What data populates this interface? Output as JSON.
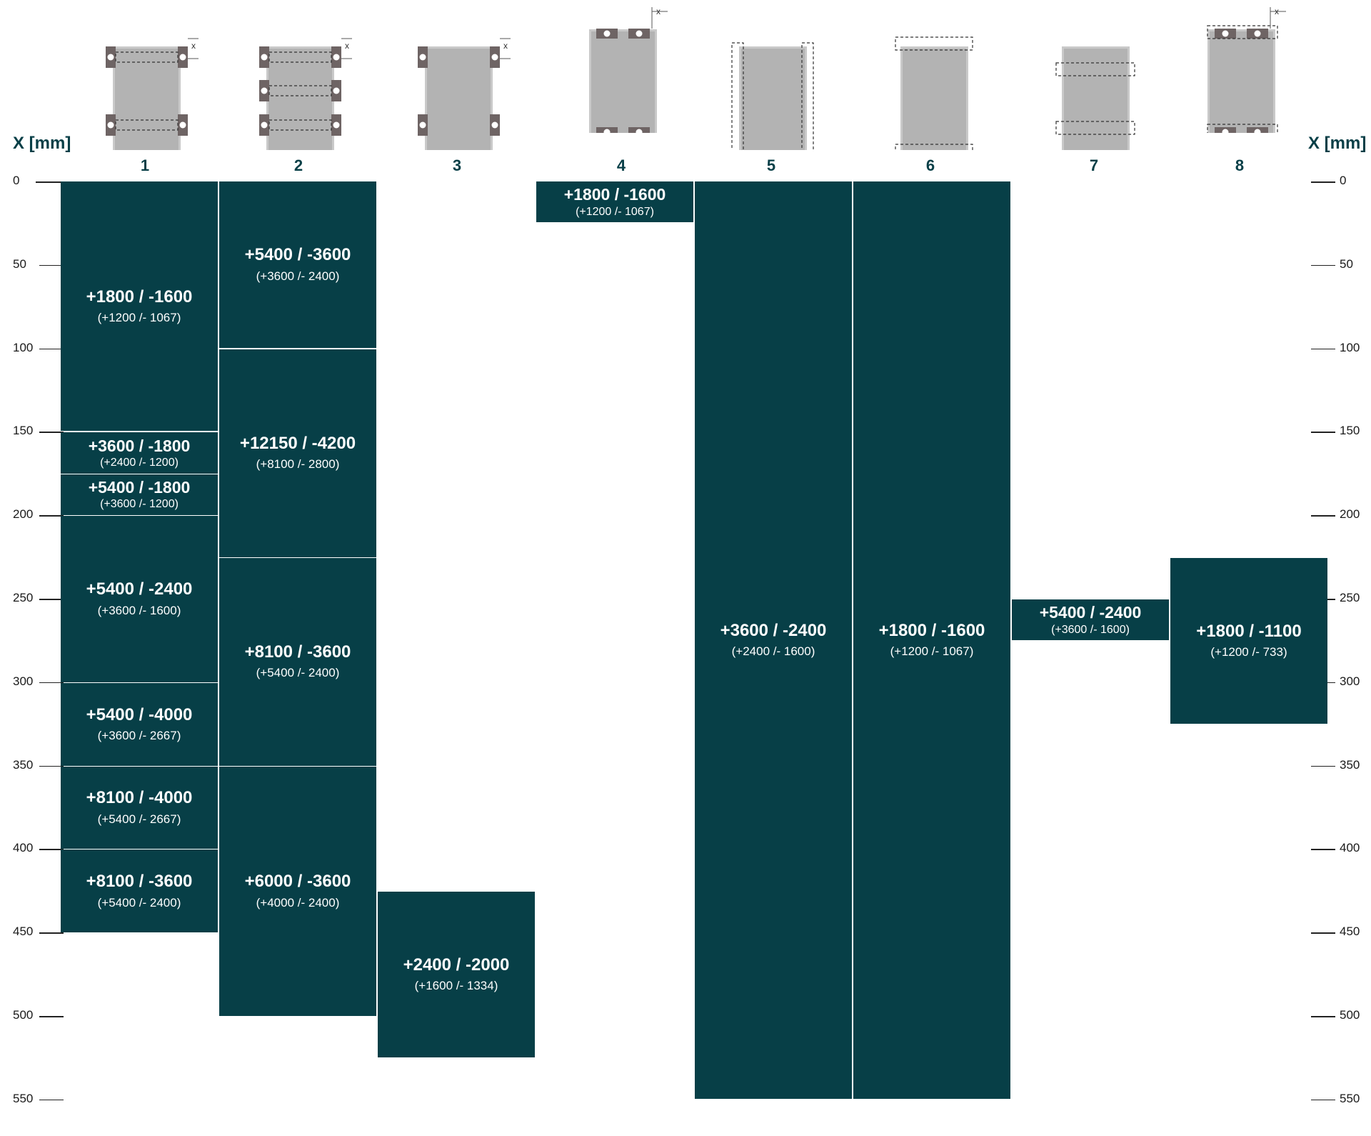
{
  "axis": {
    "left_title": "X [mm]",
    "right_title": "X [mm]",
    "ticks": [
      0,
      50,
      100,
      150,
      200,
      250,
      300,
      350,
      400,
      450,
      500,
      550
    ],
    "x_label": "x"
  },
  "columns": [
    {
      "number": "1",
      "icon": "side-brackets-2-rows"
    },
    {
      "number": "2",
      "icon": "side-brackets-3-rows"
    },
    {
      "number": "3",
      "icon": "side-brackets-2-no-rails"
    },
    {
      "number": "4",
      "icon": "top-bottom-brackets"
    },
    {
      "number": "5",
      "icon": "side-rails-full-height"
    },
    {
      "number": "6",
      "icon": "top-bottom-rails-full-width"
    },
    {
      "number": "7",
      "icon": "horizontal-rails-2"
    },
    {
      "number": "8",
      "icon": "top-bottom-brackets-with-rails"
    }
  ],
  "blocks": [
    {
      "col": 1,
      "from": 0,
      "to": 150,
      "main": "+1800 / -1600",
      "sub": "(+1200 /- 1067)"
    },
    {
      "col": 1,
      "from": 150,
      "to": 175,
      "main": "+3600 / -1800",
      "sub": "(+2400 /- 1200)"
    },
    {
      "col": 1,
      "from": 175,
      "to": 200,
      "main": "+5400 / -1800",
      "sub": "(+3600 /- 1200)"
    },
    {
      "col": 1,
      "from": 200,
      "to": 300,
      "main": "+5400 / -2400",
      "sub": "(+3600 /- 1600)"
    },
    {
      "col": 1,
      "from": 300,
      "to": 350,
      "main": "+5400 / -4000",
      "sub": "(+3600 /- 2667)"
    },
    {
      "col": 1,
      "from": 350,
      "to": 400,
      "main": "+8100 / -4000",
      "sub": "(+5400 /- 2667)"
    },
    {
      "col": 1,
      "from": 400,
      "to": 450,
      "main": "+8100 / -3600",
      "sub": "(+5400 /- 2400)"
    },
    {
      "col": 2,
      "from": 0,
      "to": 100,
      "main": "+5400 / -3600",
      "sub": "(+3600 /- 2400)"
    },
    {
      "col": 2,
      "from": 100,
      "to": 225,
      "main": "+12150 / -4200",
      "sub": "(+8100 /- 2800)"
    },
    {
      "col": 2,
      "from": 225,
      "to": 350,
      "main": "+8100 / -3600",
      "sub": "(+5400 /- 2400)"
    },
    {
      "col": 2,
      "from": 350,
      "to": 500,
      "main": "+6000 / -3600",
      "sub": "(+4000 /- 2400)"
    },
    {
      "col": 3,
      "from": 425,
      "to": 525,
      "main": "+2400 / -2000",
      "sub": "(+1600 /- 1334)"
    },
    {
      "col": 4,
      "from": 0,
      "to": 25,
      "main": "+1800 / -1600",
      "sub": "(+1200 /- 1067)"
    },
    {
      "col": 5,
      "from": 0,
      "to": 550,
      "main": "+3600 / -2400",
      "sub": "(+2400 /- 1600)"
    },
    {
      "col": 6,
      "from": 0,
      "to": 550,
      "main": "+1800 / -1600",
      "sub": "(+1200 /- 1067)"
    },
    {
      "col": 7,
      "from": 250,
      "to": 275,
      "main": "+5400 / -2400",
      "sub": "(+3600 /- 1600)"
    },
    {
      "col": 8,
      "from": 225,
      "to": 325,
      "main": "+1800 / -1100",
      "sub": "(+1200 /- 733)"
    }
  ],
  "colors": {
    "block": "#073f47",
    "text": "#083f47",
    "plate": "#b3b3b3",
    "bracket": "#6e6464"
  }
}
